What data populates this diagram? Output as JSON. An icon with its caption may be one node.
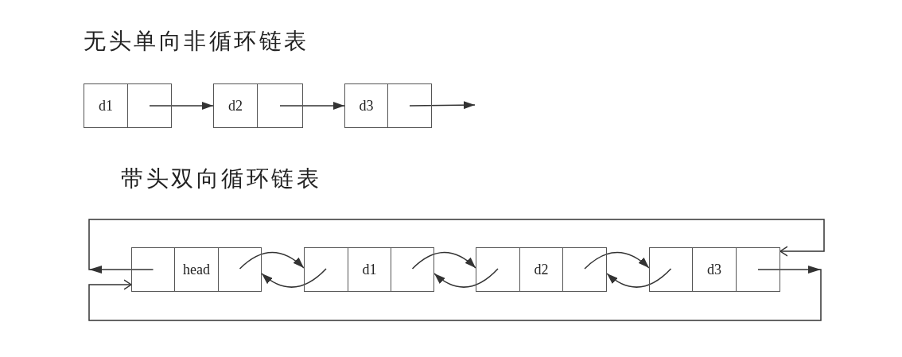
{
  "diagram": {
    "nodes": [
      {
        "text": [
          "d1"
        ]
      },
      {
        "text": [],
        "shape": "box"
      },
      {
        "text": [
          "d2"
        ]
      },
      {
        "text": [],
        "shape": "box"
      },
      {
        "text": [
          "d3"
        ]
      },
      {
        "text": [],
        "shape": "box"
      },
      {
        "text": [],
        "shape": "box"
      },
      {
        "text": [
          "head"
        ]
      },
      {
        "text": [],
        "shape": "box"
      },
      {
        "text": [],
        "shape": "box"
      },
      {
        "text": [
          "d1"
        ]
      },
      {
        "text": [],
        "shape": "box"
      },
      {
        "text": [],
        "shape": "box"
      },
      {
        "text": [
          "d2"
        ]
      },
      {
        "text": [],
        "shape": "box"
      },
      {
        "text": [],
        "shape": "box"
      },
      {
        "text": [
          "d3"
        ]
      },
      {
        "text": [],
        "shape": "box"
      }
    ],
    "edges": [
      {
        "from": 1,
        "to": 2,
        "arrow": "to"
      },
      {
        "from": 3,
        "to": 4,
        "arrow": "to"
      },
      {
        "from": 5,
        "to": null,
        "arrow": "to"
      },
      {
        "from": 8,
        "to": 9,
        "arrow": "to"
      },
      {
        "from": 9,
        "to": 8,
        "arrow": "to"
      },
      {
        "from": 11,
        "to": 12,
        "arrow": "to"
      },
      {
        "from": 12,
        "to": 11,
        "arrow": "to"
      },
      {
        "from": 14,
        "to": 15,
        "arrow": "to"
      },
      {
        "from": 15,
        "to": 14,
        "arrow": "to"
      },
      {
        "from": 6,
        "to": 17,
        "arrow": "to"
      },
      {
        "from": 17,
        "to": 6,
        "arrow": "to"
      }
    ],
    "labels": [
      "无头单向非循环链表",
      "带头双向循环链表"
    ]
  }
}
